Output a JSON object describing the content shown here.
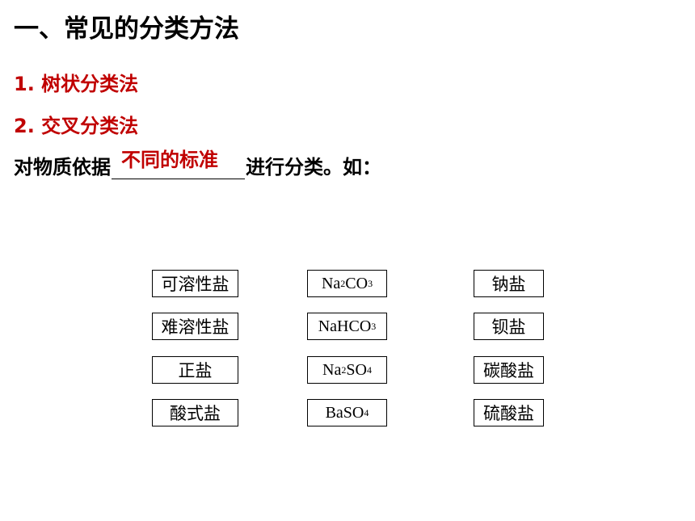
{
  "heading": "一、常见的分类方法",
  "methods": [
    "1. 树状分类法",
    "2. 交叉分类法"
  ],
  "sentence": {
    "before": "对物质依据",
    "answer": "不同的标准",
    "after": "进行分类。如："
  },
  "salt_types": [
    "可溶性盐",
    "难溶性盐",
    "正盐",
    "酸式盐"
  ],
  "compounds": [
    {
      "main": "Na",
      "sub1": "2",
      "mid": "CO",
      "sub2": "3"
    },
    {
      "main": "NaHCO",
      "sub1": "3",
      "mid": "",
      "sub2": ""
    },
    {
      "main": "Na",
      "sub1": "2",
      "mid": "SO",
      "sub2": "4"
    },
    {
      "main": "BaSO",
      "sub1": "4",
      "mid": "",
      "sub2": ""
    }
  ],
  "categories": [
    "钠盐",
    "钡盐",
    "碳酸盐",
    "硫酸盐"
  ]
}
